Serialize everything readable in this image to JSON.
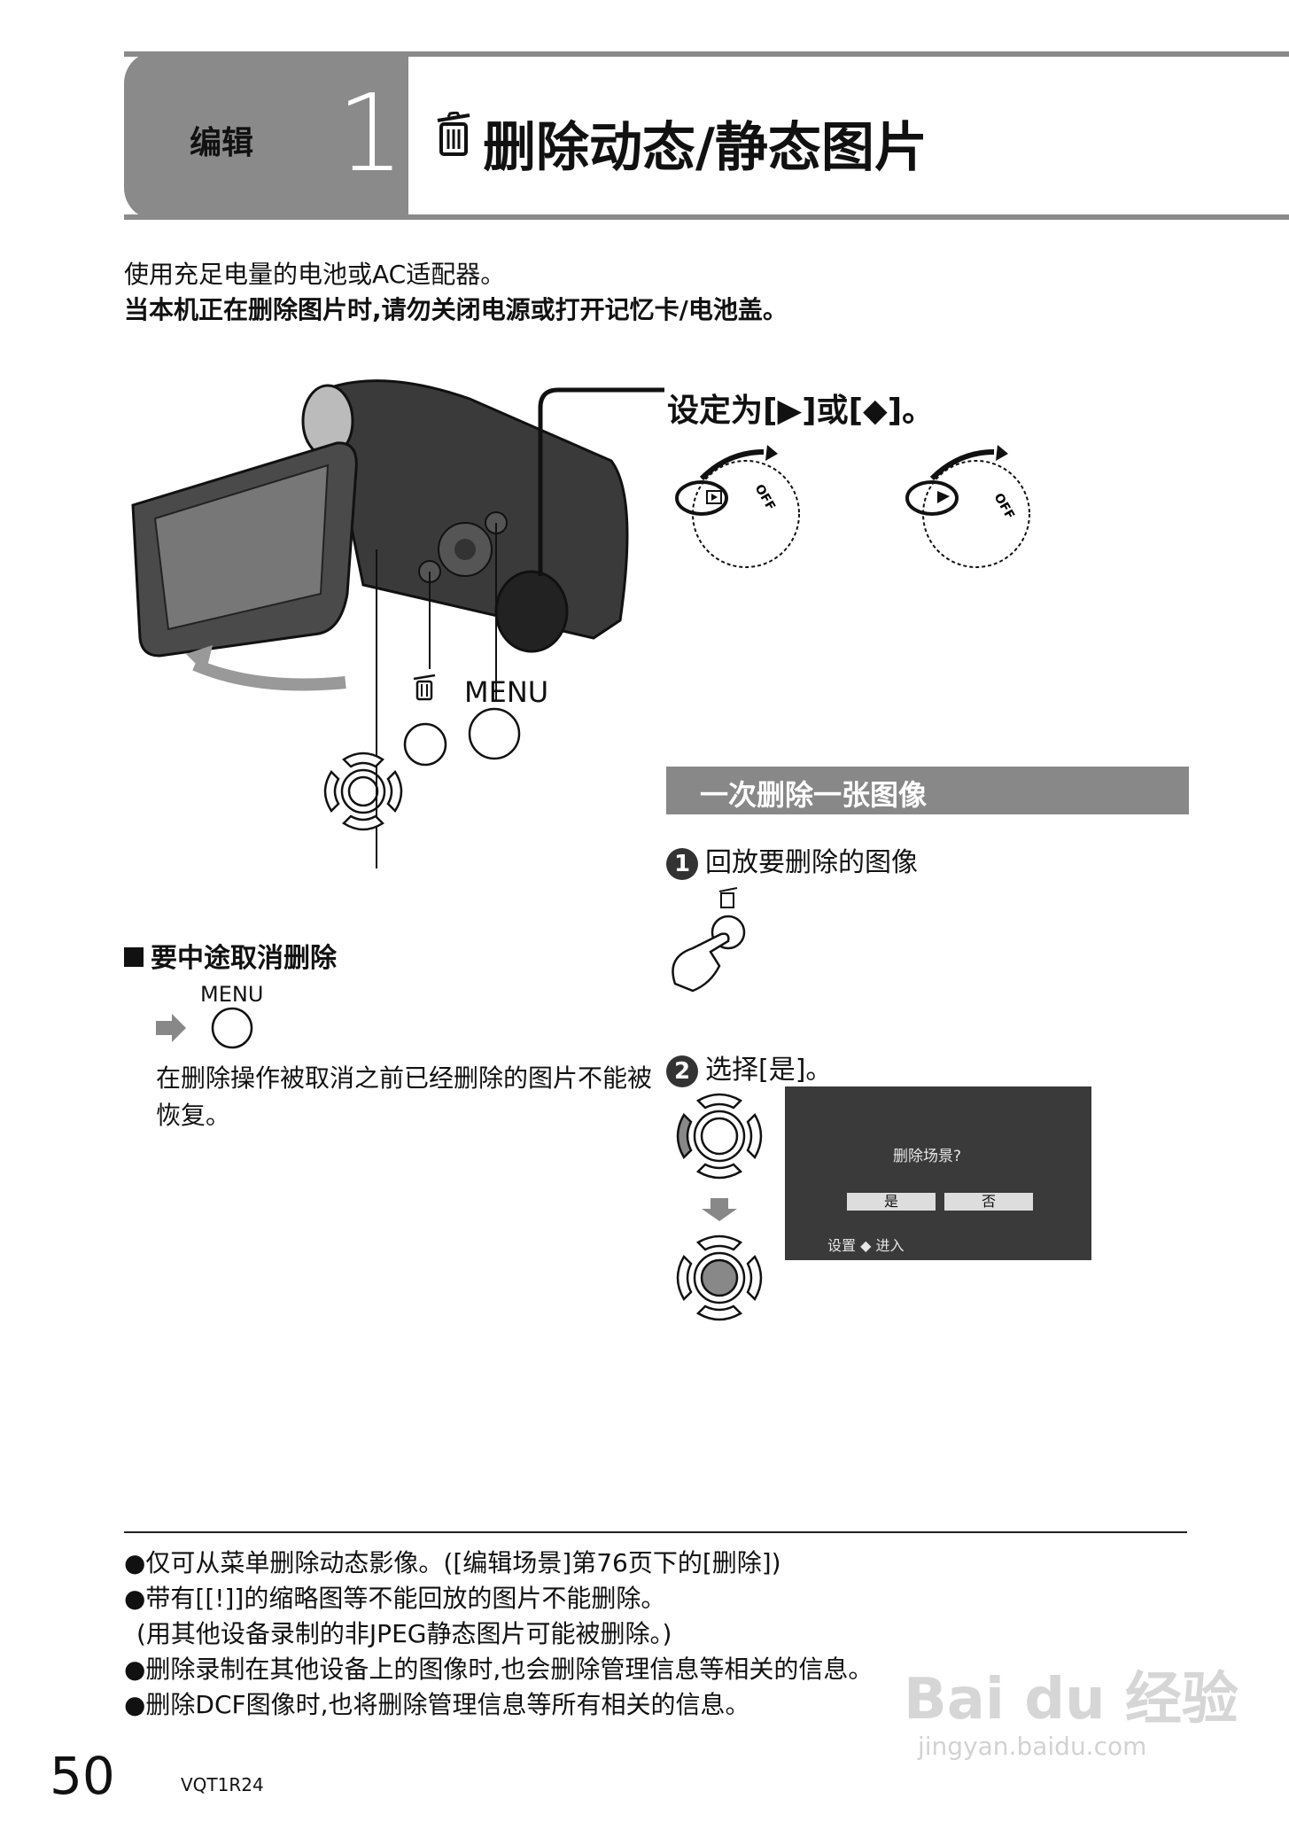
{
  "header": {
    "section_label": "编辑",
    "section_number": "1",
    "title": "删除动态/静态图片",
    "title_icon": "trash-icon"
  },
  "intro": {
    "line1": "使用充足电量的电池或AC适配器。",
    "line2": "当本机正在删除图片时,请勿关闭电源或打开记忆卡/电池盖。"
  },
  "illustration": {
    "dial_caption": "设定为[▶]或[◆]。",
    "dial_mark_off": "OFF",
    "menu_button_label": "MENU"
  },
  "section": {
    "title": "一次删除一张图像",
    "step1_num": "1",
    "step1_text": "回放要删除的图像",
    "step2_num": "2",
    "step2_text": "选择[是]。"
  },
  "screen": {
    "question": "删除场景?",
    "yes": "是",
    "no": "否",
    "footer": "设置 ◆ 进入"
  },
  "cancel": {
    "title": "要中途取消删除",
    "menu_label": "MENU",
    "note": "在删除操作被取消之前已经删除的图片不能被恢复。"
  },
  "notes": [
    "●仅可从菜单删除动态影像。([编辑场景]第76页下的[删除])",
    "●带有[[!]]的缩略图等不能回放的图片不能删除。",
    "(用其他设备录制的非JPEG静态图片可能被删除。)",
    "●删除录制在其他设备上的图像时,也会删除管理信息等相关的信息。",
    "●删除DCF图像时,也将删除管理信息等所有相关的信息。"
  ],
  "footer": {
    "page_number": "50",
    "doc_code": "VQT1R24"
  },
  "watermark": {
    "brand": "Bai du 经验",
    "url": "jingyan.baidu.com"
  }
}
